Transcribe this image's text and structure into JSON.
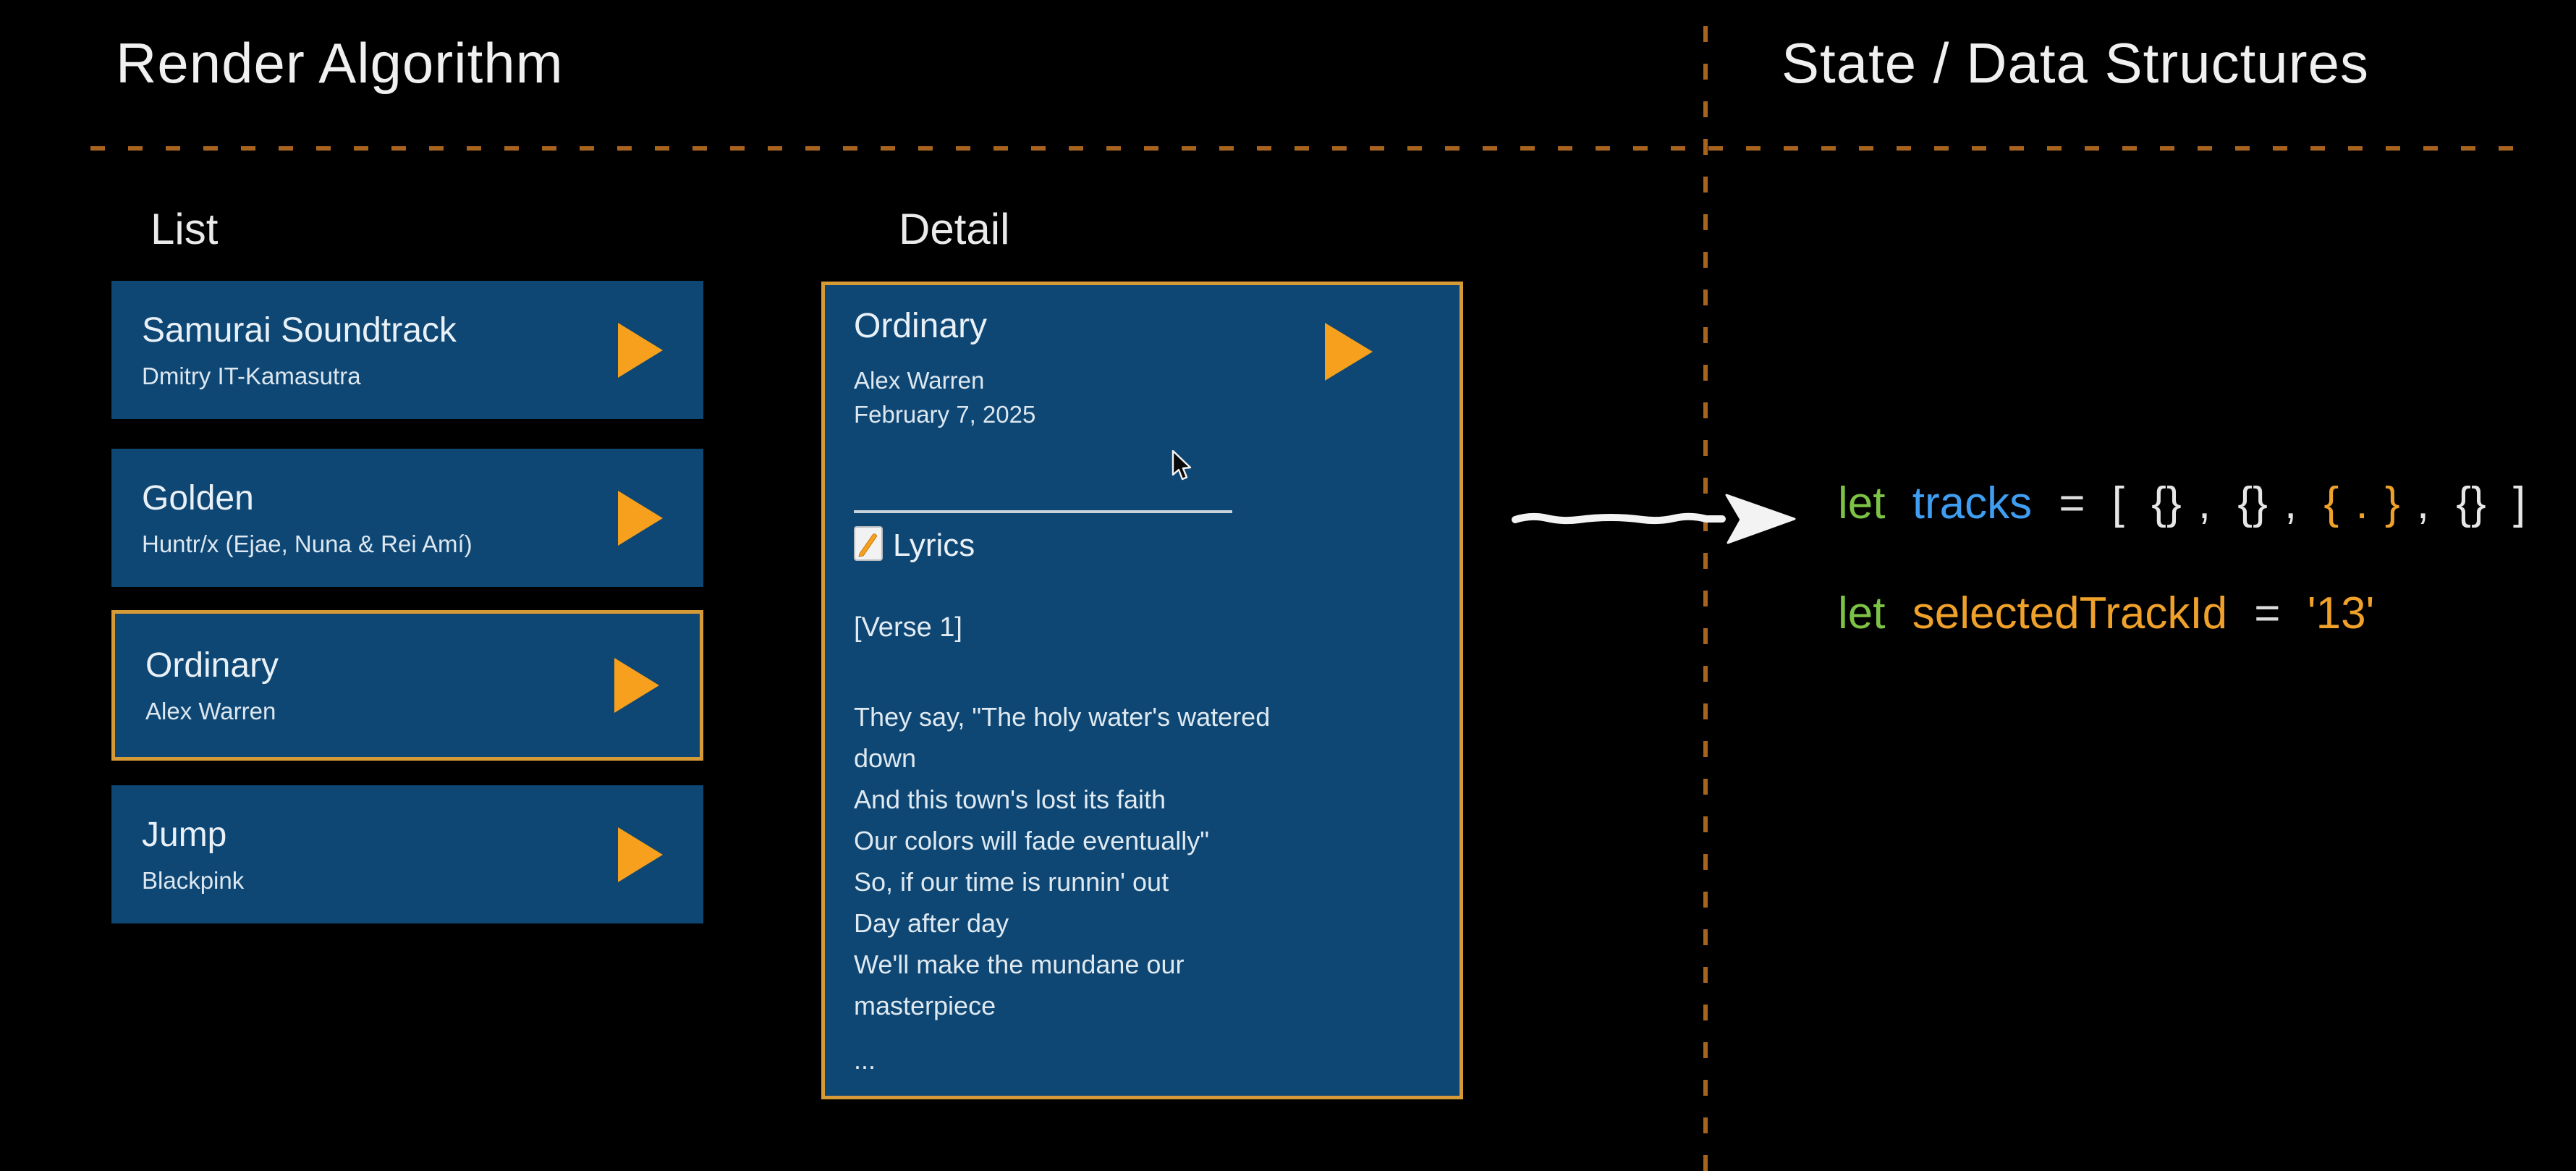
{
  "header": {
    "left_title": "Render Algorithm",
    "right_title": "State / Data Structures"
  },
  "list_section": {
    "label": "List",
    "tracks": [
      {
        "title": "Samurai Soundtrack",
        "artist": "Dmitry IT-Kamasutra",
        "selected": false
      },
      {
        "title": "Golden",
        "artist": "Huntr/x (Ejae, Nuna & Rei Amí)",
        "selected": false
      },
      {
        "title": "Ordinary",
        "artist": "Alex Warren",
        "selected": true
      },
      {
        "title": "Jump",
        "artist": "Blackpink",
        "selected": false
      }
    ]
  },
  "detail_section": {
    "label": "Detail",
    "title": "Ordinary",
    "artist": "Alex Warren",
    "date": "February 7, 2025",
    "lyrics_label": "Lyrics",
    "verse_label": "[Verse 1]",
    "lyrics_lines": [
      "They say, \"The holy water's watered",
      "down",
      "And this town's lost its faith",
      "Our colors will fade eventually\"",
      "So, if our time is runnin' out",
      "Day after day",
      "We'll make the mundane our",
      "masterpiece"
    ],
    "ellipsis": "..."
  },
  "code_panel": {
    "line1": {
      "keyword": "let",
      "variable": "tracks",
      "operator": "=",
      "array_open": "[",
      "object": "{}",
      "comma": ",",
      "selected_open": "{",
      "selected_dot": ".",
      "selected_close": "}",
      "array_close": "]"
    },
    "line2": {
      "keyword": "let",
      "variable": "selectedTrackId",
      "operator": "=",
      "value": "'13'"
    }
  },
  "colors": {
    "background": "#000000",
    "card_blue": "#0e4674",
    "accent_orange": "#f6a01d",
    "selected_border_gold": "#d69a36",
    "dashed_divider": "#a8641f",
    "code_green": "#7cc244",
    "code_blue": "#3f9ef2",
    "code_orange": "#efa12a",
    "code_white": "#e6e6e6"
  }
}
